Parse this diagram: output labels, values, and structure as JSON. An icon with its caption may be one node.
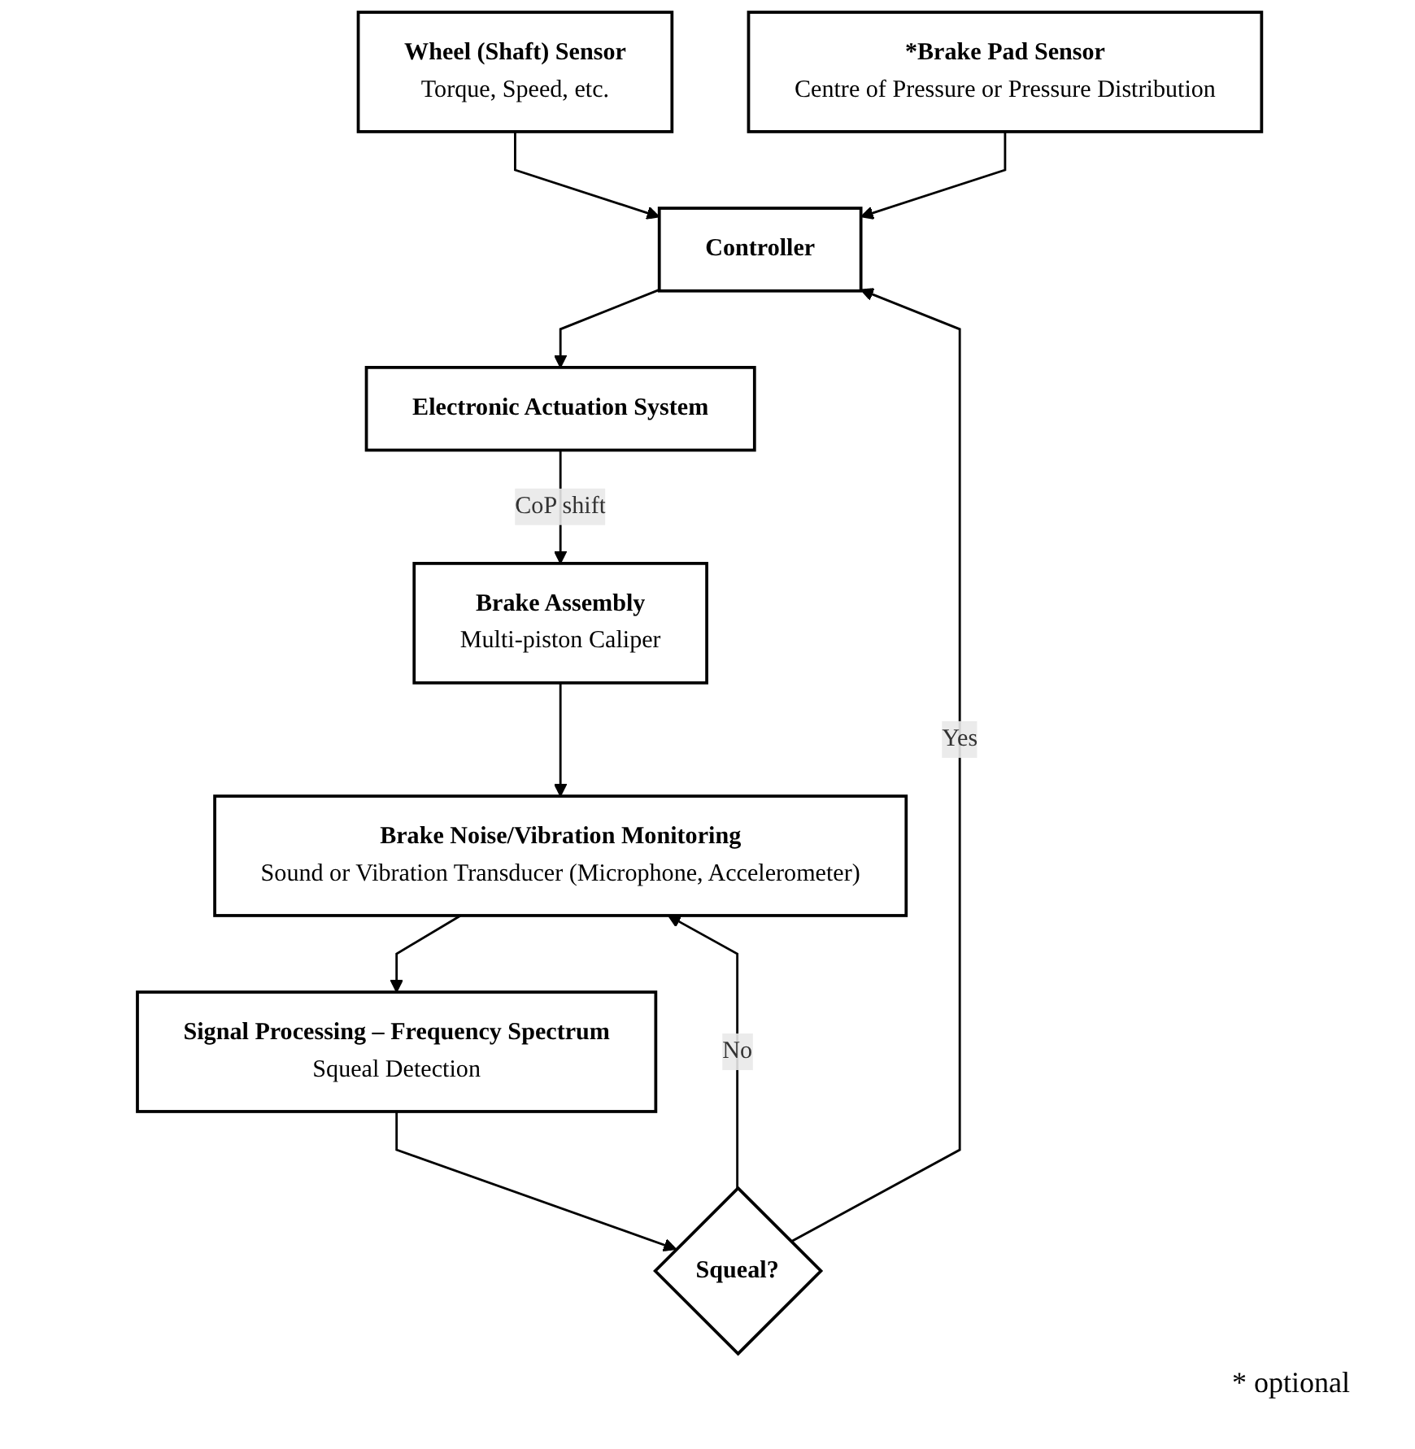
{
  "diagram": {
    "nodes": [
      {
        "text": [
          "Brake Noise/Vibration Monitoring",
          "Sound or Vibration Transducer (Microphone, Accelerometer)"
        ]
      },
      {
        "text": [
          "Signal Processing – Frequency Spectrum",
          "Squeal Detection"
        ]
      },
      {
        "text": [
          "Squeal?"
        ]
      },
      {
        "text": [
          "Wheel (Shaft) Sensor",
          "Torque, Speed, etc."
        ]
      },
      {
        "text": [
          "Controller"
        ]
      },
      {
        "text": [
          "*Brake Pad Sensor",
          "Centre of Pressure or Pressure Distribution"
        ]
      },
      {
        "text": [
          "Electronic Actuation System"
        ]
      },
      {
        "text": [
          "Brake Assembly",
          "Multi-piston Caliper"
        ]
      }
    ],
    "edges": [
      {
        "from": 0,
        "to": 1,
        "arrow": "to"
      },
      {
        "from": 1,
        "to": 2,
        "arrow": "to"
      },
      {
        "from": 2,
        "to": 4,
        "arrow": "to",
        "label": "Yes"
      },
      {
        "from": 2,
        "to": 0,
        "arrow": "to",
        "label": "No"
      },
      {
        "from": 3,
        "to": 4,
        "arrow": "to"
      },
      {
        "from": 5,
        "to": 4,
        "arrow": "to"
      },
      {
        "from": 4,
        "to": 6,
        "arrow": "to"
      },
      {
        "from": 6,
        "to": 7,
        "arrow": "to",
        "label": "CoP shift"
      },
      {
        "from": 7,
        "to": 0,
        "arrow": "to"
      }
    ],
    "labels": [
      "* optional"
    ]
  }
}
